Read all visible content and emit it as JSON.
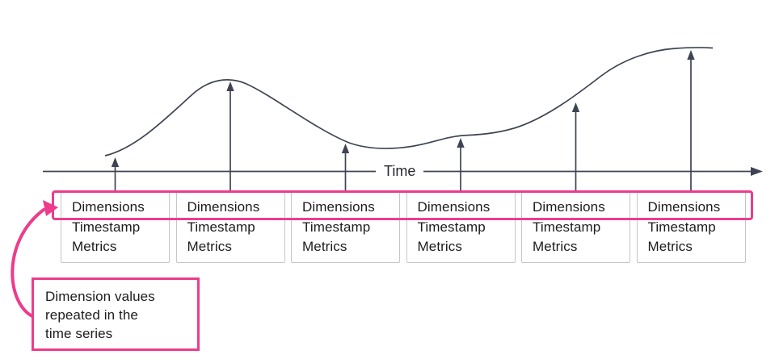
{
  "diagram": {
    "description": "Time series diagram: curve over a Time axis with six record boxes feeding data points; Dimensions row highlighted",
    "time_axis": {
      "label": "Time"
    },
    "record_boxes": [
      {
        "dimensions": "Dimensions",
        "timestamp": "Timestamp",
        "metrics": "Metrics"
      },
      {
        "dimensions": "Dimensions",
        "timestamp": "Timestamp",
        "metrics": "Metrics"
      },
      {
        "dimensions": "Dimensions",
        "timestamp": "Timestamp",
        "metrics": "Metrics"
      },
      {
        "dimensions": "Dimensions",
        "timestamp": "Timestamp",
        "metrics": "Metrics"
      },
      {
        "dimensions": "Dimensions",
        "timestamp": "Timestamp",
        "metrics": "Metrics"
      },
      {
        "dimensions": "Dimensions",
        "timestamp": "Timestamp",
        "metrics": "Metrics"
      }
    ],
    "callout": {
      "lines": [
        "Dimension values",
        "repeated in the",
        "time series"
      ]
    },
    "colors": {
      "highlight_pink": "#ed3c8c",
      "line_dark": "#3e4453",
      "box_border": "#c5c6c9",
      "text": "#1c1c1e"
    }
  }
}
